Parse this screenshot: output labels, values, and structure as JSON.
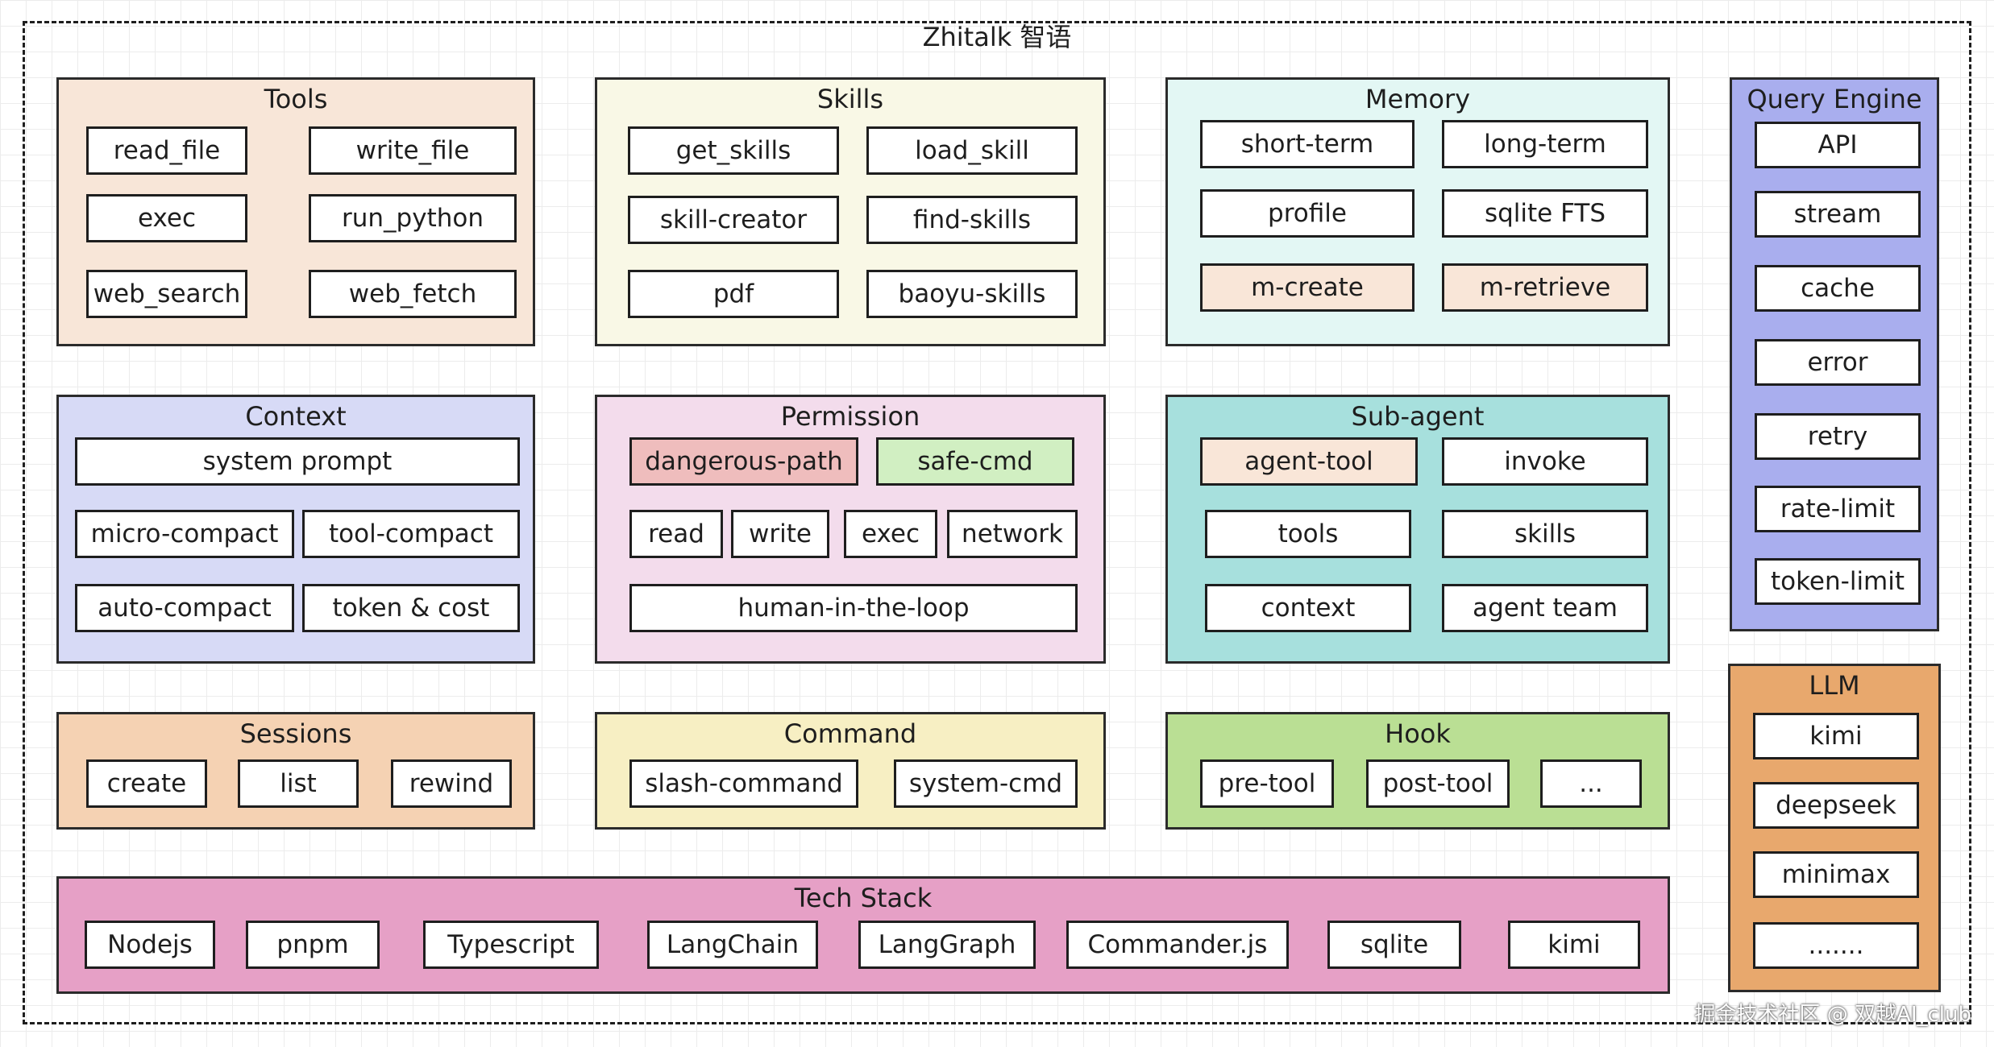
{
  "title": "Zhitalk 智语",
  "colors": {
    "tools": "#f8e6d8",
    "skills": "#f9f8e6",
    "memory": "#e3f7f4",
    "query_engine": "#a9aeee",
    "context": "#d7daf6",
    "permission": "#f3dcec",
    "sub_agent": "#a7e0dd",
    "llm": "#e8a86d",
    "sessions": "#f5d2b3",
    "command": "#f7efc3",
    "hook": "#badf94",
    "tech_stack": "#e6a0c6",
    "highlight_peach": "#f9e6d8",
    "highlight_red": "#efbdbd",
    "highlight_green": "#d1efc2"
  },
  "groups": {
    "tools": {
      "title": "Tools",
      "items": [
        "read_file",
        "write_file",
        "exec",
        "run_python",
        "web_search",
        "web_fetch"
      ]
    },
    "skills": {
      "title": "Skills",
      "items": [
        "get_skills",
        "load_skill",
        "skill-creator",
        "find-skills",
        "pdf",
        "baoyu-skills"
      ]
    },
    "memory": {
      "title": "Memory",
      "items": [
        "short-term",
        "long-term",
        "profile",
        "sqlite FTS",
        "m-create",
        "m-retrieve"
      ]
    },
    "query_engine": {
      "title": "Query Engine",
      "items": [
        "API",
        "stream",
        "cache",
        "error",
        "retry",
        "rate-limit",
        "token-limit"
      ]
    },
    "context": {
      "title": "Context",
      "items": [
        "system prompt",
        "micro-compact",
        "tool-compact",
        "auto-compact",
        "token & cost"
      ]
    },
    "permission": {
      "title": "Permission",
      "items": [
        "dangerous-path",
        "safe-cmd",
        "read",
        "write",
        "exec",
        "network",
        "human-in-the-loop"
      ]
    },
    "sub_agent": {
      "title": "Sub-agent",
      "items": [
        "agent-tool",
        "invoke",
        "tools",
        "skills",
        "context",
        "agent team"
      ]
    },
    "llm": {
      "title": "LLM",
      "items": [
        "kimi",
        "deepseek",
        "minimax",
        "......."
      ]
    },
    "sessions": {
      "title": "Sessions",
      "items": [
        "create",
        "list",
        "rewind"
      ]
    },
    "command": {
      "title": "Command",
      "items": [
        "slash-command",
        "system-cmd"
      ]
    },
    "hook": {
      "title": "Hook",
      "items": [
        "pre-tool",
        "post-tool",
        "..."
      ]
    },
    "tech_stack": {
      "title": "Tech Stack",
      "items": [
        "Nodejs",
        "pnpm",
        "Typescript",
        "LangChain",
        "LangGraph",
        "Commander.js",
        "sqlite",
        "kimi"
      ]
    }
  },
  "watermark": "掘金技术社区 @ 双越AI_club"
}
